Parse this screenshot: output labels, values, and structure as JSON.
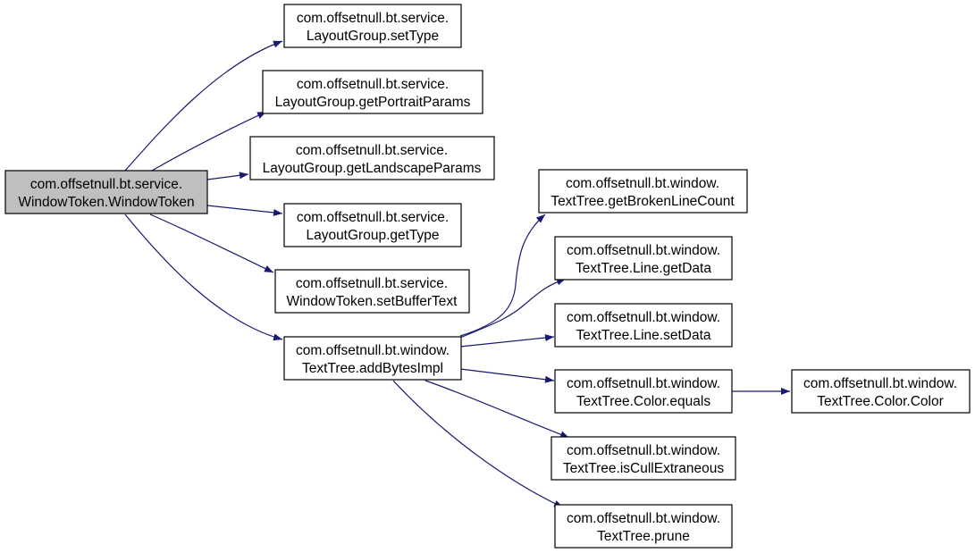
{
  "graph": {
    "colors": {
      "edge": "#191970",
      "root_fill": "#bfbfbf",
      "node_fill": "#ffffff",
      "node_border": "#000000"
    },
    "nodes": {
      "root": {
        "line1": "com.offsetnull.bt.service.",
        "line2": "WindowToken.WindowToken"
      },
      "setType": {
        "line1": "com.offsetnull.bt.service.",
        "line2": "LayoutGroup.setType"
      },
      "getPortrait": {
        "line1": "com.offsetnull.bt.service.",
        "line2": "LayoutGroup.getPortraitParams"
      },
      "getLandscape": {
        "line1": "com.offsetnull.bt.service.",
        "line2": "LayoutGroup.getLandscapeParams"
      },
      "getType": {
        "line1": "com.offsetnull.bt.service.",
        "line2": "LayoutGroup.getType"
      },
      "setBuffer": {
        "line1": "com.offsetnull.bt.service.",
        "line2": "WindowToken.setBufferText"
      },
      "addBytes": {
        "line1": "com.offsetnull.bt.window.",
        "line2": "TextTree.addBytesImpl"
      },
      "getBroken": {
        "line1": "com.offsetnull.bt.window.",
        "line2": "TextTree.getBrokenLineCount"
      },
      "lineGet": {
        "line1": "com.offsetnull.bt.window.",
        "line2": "TextTree.Line.getData"
      },
      "lineSet": {
        "line1": "com.offsetnull.bt.window.",
        "line2": "TextTree.Line.setData"
      },
      "colorEq": {
        "line1": "com.offsetnull.bt.window.",
        "line2": "TextTree.Color.equals"
      },
      "colorColor": {
        "line1": "com.offsetnull.bt.window.",
        "line2": "TextTree.Color.Color"
      },
      "isCull": {
        "line1": "com.offsetnull.bt.window.",
        "line2": "TextTree.isCullExtraneous"
      },
      "prune": {
        "line1": "com.offsetnull.bt.window.",
        "line2": "TextTree.prune"
      }
    },
    "edges": [
      {
        "from": "root",
        "to": "setType"
      },
      {
        "from": "root",
        "to": "getPortrait"
      },
      {
        "from": "root",
        "to": "getLandscape"
      },
      {
        "from": "root",
        "to": "getType"
      },
      {
        "from": "root",
        "to": "setBuffer"
      },
      {
        "from": "root",
        "to": "addBytes"
      },
      {
        "from": "addBytes",
        "to": "getBroken"
      },
      {
        "from": "addBytes",
        "to": "lineGet"
      },
      {
        "from": "addBytes",
        "to": "lineSet"
      },
      {
        "from": "addBytes",
        "to": "colorEq"
      },
      {
        "from": "addBytes",
        "to": "isCull"
      },
      {
        "from": "addBytes",
        "to": "prune"
      },
      {
        "from": "colorEq",
        "to": "colorColor"
      }
    ]
  }
}
